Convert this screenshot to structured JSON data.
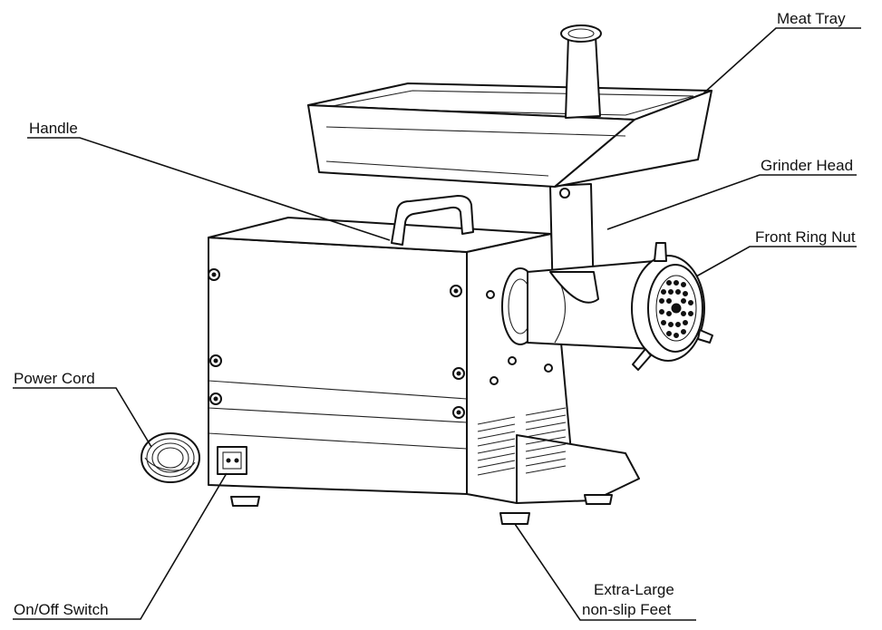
{
  "diagram": {
    "parts": {
      "meat_tray": "Meat Tray",
      "handle": "Handle",
      "grinder_head": "Grinder Head",
      "front_ring_nut": "Front Ring Nut",
      "power_cord": "Power Cord",
      "on_off_switch": "On/Off Switch",
      "feet_line1": "Extra-Large",
      "feet_line2": "non-slip Feet"
    }
  },
  "colors": {
    "line": "#111111",
    "background": "#ffffff"
  }
}
